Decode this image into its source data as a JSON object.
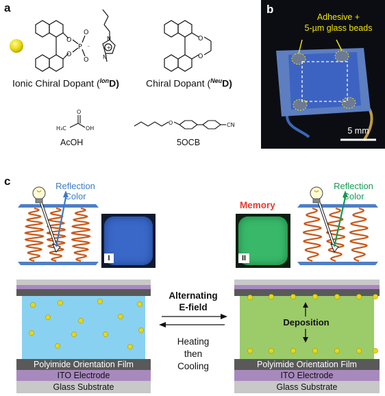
{
  "panel_a": {
    "letter": "a",
    "ionic_dopant_text": "Ionic Chiral Dopant (",
    "ionic_dopant_sup": "Ion",
    "ionic_dopant_tail": "D)",
    "chiral_dopant_text": "Chiral Dopant (",
    "chiral_dopant_sup": "Neu",
    "chiral_dopant_tail": "D)",
    "acoh_label": "AcOH",
    "cb_label": "5OCB",
    "atoms": {
      "O": "O",
      "P": "P",
      "N": "N",
      "OH": "OH",
      "CN": "CN",
      "H3C": "H₃C",
      "plus": "+"
    }
  },
  "panel_b": {
    "letter": "b",
    "annotation_line1": "Adhesive +",
    "annotation_line2": "5-µm glass beads",
    "scale_label": "5 mm"
  },
  "panel_c": {
    "letter": "c",
    "reflection_left": "Reflection",
    "color_left": "Color",
    "reflection_right": "Reflection",
    "color_right": "Color",
    "memory_label": "Memory",
    "photo_I_label": "I",
    "photo_II_label": "II",
    "alternating_line1": "Alternating",
    "alternating_line2": "E-field",
    "heating_line1": "Heating",
    "heating_line2": "then",
    "heating_line3": "Cooling",
    "deposition_label": "Deposition",
    "layers_left": {
      "polyimide": "Polyimide Orientation Film",
      "ito": "ITO Electrode",
      "glass": "Glass Substrate"
    },
    "layers_right": {
      "polyimide": "Polyimide Orientation Film",
      "ito": "ITO Electrode",
      "glass": "Glass Substrate"
    }
  },
  "colors": {
    "reflection_blue": "#3a7bc8",
    "reflection_green": "#129a52",
    "memory_red": "#e8392a",
    "cell_blue": "#89d1f0",
    "cell_green": "#9ccb6a",
    "polyimide_gray": "#595959",
    "ito_purple": "#a889be",
    "glass_gray": "#c8c8c8",
    "helix_orange": "#c85a1c",
    "particle_yellow": "#e6d817",
    "annotation_yellow": "#f2e600"
  }
}
